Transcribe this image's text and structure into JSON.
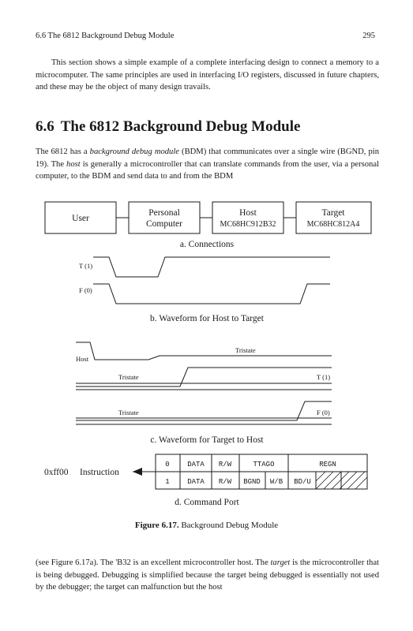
{
  "header": {
    "section": "6.6  The 6812 Background Debug Module",
    "page_number": "295"
  },
  "intro_paragraph": "This section shows a simple example of a complete interfacing design to connect a memory to a microcomputer. The same principles are used in interfacing I/O registers, discussed in future chapters, and these may be the object of many design travails.",
  "section": {
    "number": "6.6",
    "title": "The 6812 Background Debug Module"
  },
  "paragraph2": {
    "t1": "The 6812 has a ",
    "e1": "background debug module",
    "t2": " (BDM) that communicates over a single wire (BGND, pin 19). The ",
    "e2": "host",
    "t3": " is generally a microcontroller that can translate commands from the user, via a personal computer, to the BDM and send data to and from the  BDM"
  },
  "figure": {
    "connections": {
      "user": "User",
      "pc_line1": "Personal",
      "pc_line2": "Computer",
      "host_line1": "Host",
      "host_line2": "MC68HC912B32",
      "target_line1": "Target",
      "target_line2": "MC68HC812A4",
      "caption": "a. Connections"
    },
    "waveform_host_to_target": {
      "label_t": "T (1)",
      "label_f": "F (0)",
      "caption": "b. Waveform for Host to Target"
    },
    "waveform_target_to_host": {
      "label_host": "Host",
      "tristate": "Tristate",
      "label_t": "T (1)",
      "label_f": "F (0)",
      "caption": "c. Waveform for Target to Host"
    },
    "command_port": {
      "address": "0xff00",
      "label": "Instruction",
      "row1": [
        "0",
        "DATA",
        "R/W",
        "TTAGO",
        "REGN"
      ],
      "row2": [
        "1",
        "DATA",
        "R/W",
        "BGND",
        "W/B",
        "BD/U"
      ],
      "caption": "d. Command Port"
    },
    "caption_label": "Figure 6.17.",
    "caption_text": " Background Debug Module"
  },
  "closing_paragraph": {
    "t1": "(see Figure 6.17a). The 'B32 is an excellent microcontroller host. The ",
    "e1": "target",
    "t2": " is the microcontroller that is being debugged. Debugging is simplified because the target being debugged is essentially not used by the debugger; the target can malfunction but the host"
  }
}
